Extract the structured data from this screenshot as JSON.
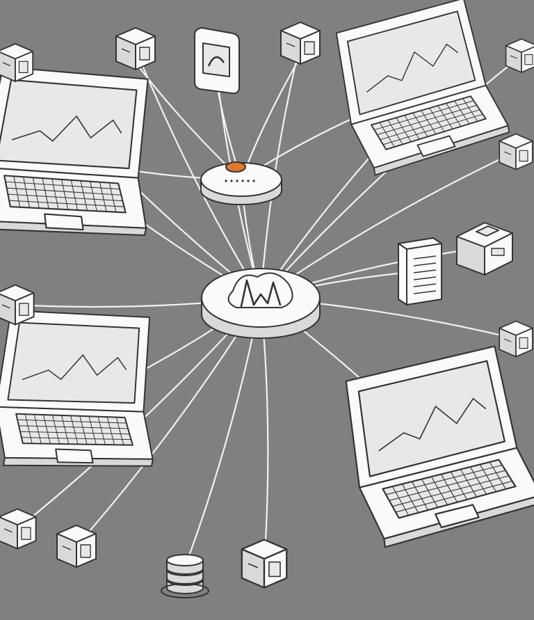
{
  "colors": {
    "background": "#808080",
    "line": "#f2f2f2",
    "stroke": "#333333",
    "fill": "#fafafa",
    "shade": "#d9d9d9",
    "screen": "#e8e8e8",
    "accent": "#e07a2a"
  },
  "hub": {
    "icon": "network-hub-icon",
    "role": "central-hub"
  },
  "router": {
    "icon": "router-icon",
    "accent_light": true
  },
  "devices": [
    {
      "type": "laptop",
      "icon": "laptop-icon"
    },
    {
      "type": "laptop",
      "icon": "laptop-icon"
    },
    {
      "type": "laptop",
      "icon": "laptop-icon"
    },
    {
      "type": "laptop",
      "icon": "laptop-icon"
    },
    {
      "type": "box",
      "icon": "box-device-icon"
    },
    {
      "type": "box",
      "icon": "box-device-icon"
    },
    {
      "type": "box",
      "icon": "box-device-icon"
    },
    {
      "type": "box",
      "icon": "box-device-icon"
    },
    {
      "type": "box",
      "icon": "box-device-icon"
    },
    {
      "type": "box",
      "icon": "box-device-icon"
    },
    {
      "type": "box",
      "icon": "box-device-icon"
    },
    {
      "type": "box",
      "icon": "box-device-icon"
    },
    {
      "type": "box",
      "icon": "box-device-icon"
    },
    {
      "type": "box",
      "icon": "box-device-icon"
    },
    {
      "type": "drive",
      "icon": "external-drive-icon"
    },
    {
      "type": "server",
      "icon": "server-tower-icon"
    },
    {
      "type": "database",
      "icon": "database-stack-icon"
    },
    {
      "type": "printer",
      "icon": "printer-icon"
    }
  ]
}
